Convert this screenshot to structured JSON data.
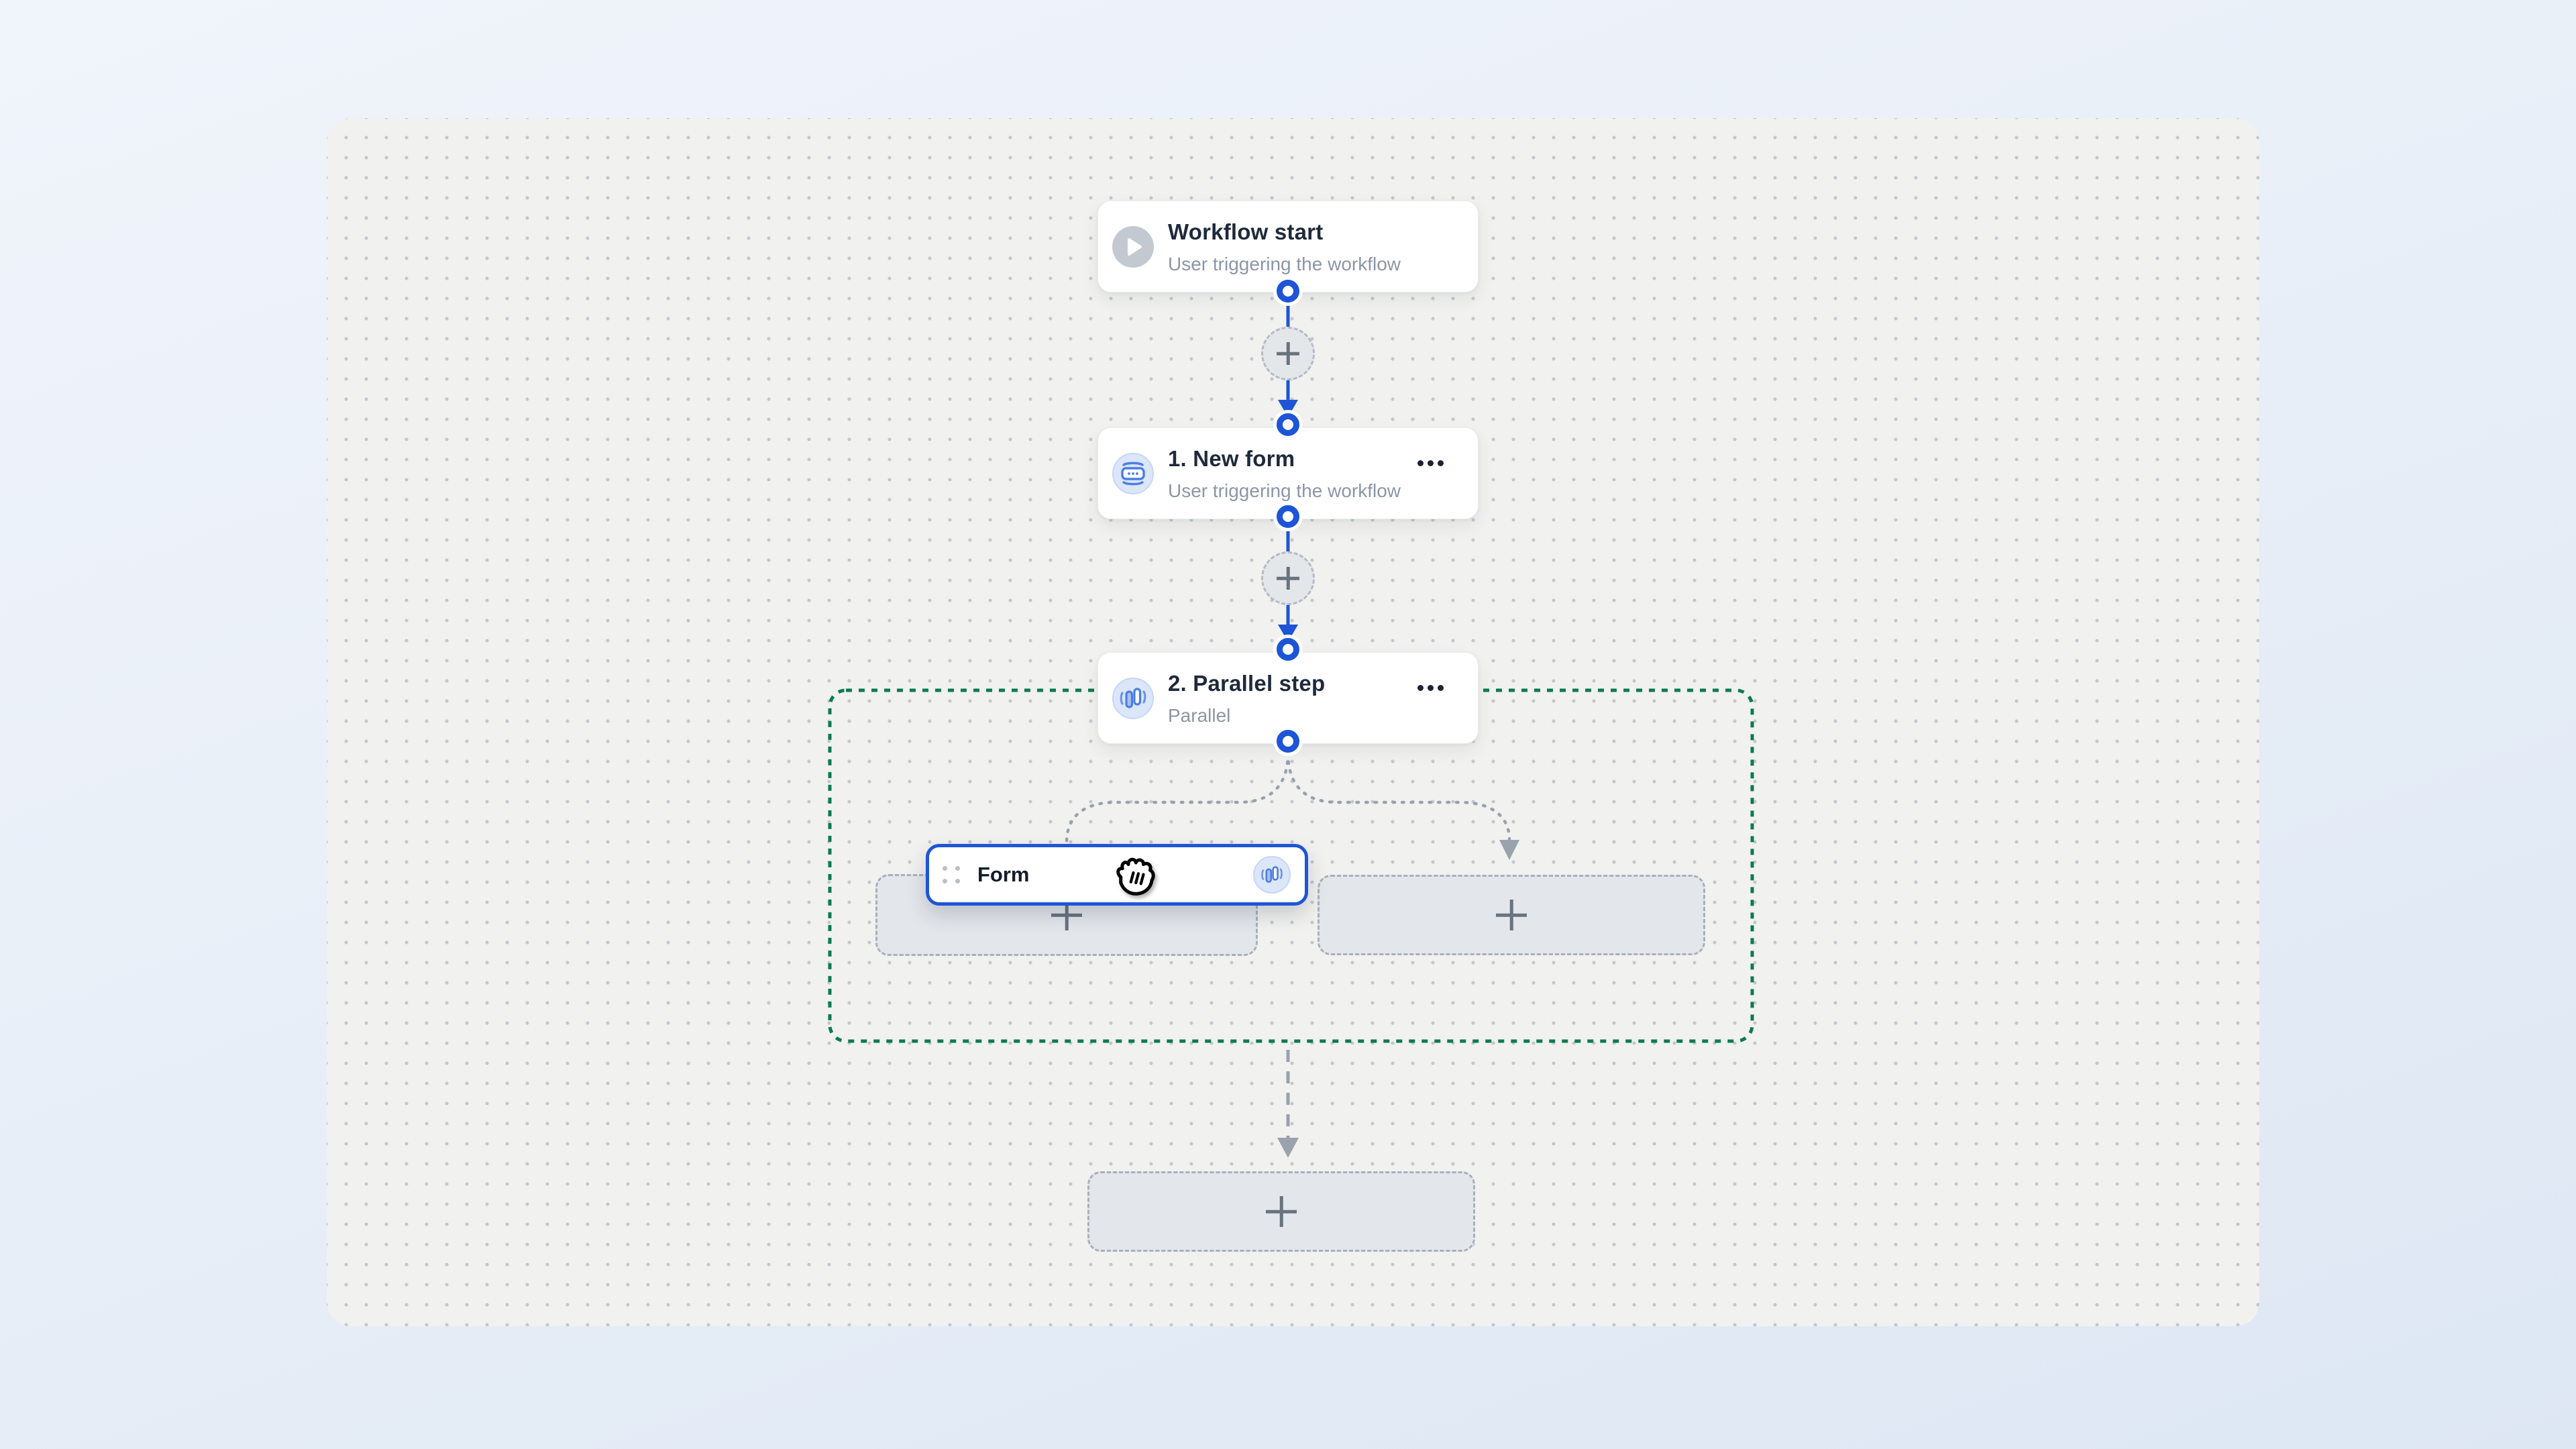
{
  "app": {
    "name": "workflow-builder-canvas"
  },
  "colors": {
    "accent_blue": "#1d55d6",
    "connector_gray": "#98a1ac",
    "group_outline_green": "#0a7b51",
    "card_title": "#1e2a3b",
    "card_subtitle": "#8c96a5",
    "canvas_bg": "#f1f1ef",
    "placeholder_fill": "#e3e6ea",
    "icon_circle_blue_bg": "#dbe6f9",
    "icon_glyph_blue": "#4c7ee2",
    "play_circle_gray": "#c3c9d1"
  },
  "nodes": [
    {
      "id": "workflow-start",
      "title": "Workflow start",
      "subtitle": "User triggering the workflow",
      "icon": "play-icon",
      "has_menu": false
    },
    {
      "id": "step-1",
      "title": "1. New form",
      "subtitle": "User triggering the workflow",
      "icon": "form-icon",
      "has_menu": true
    },
    {
      "id": "step-2",
      "title": "2. Parallel step",
      "subtitle": "Parallel",
      "icon": "parallel-icon",
      "has_menu": true
    }
  ],
  "drag_card": {
    "label": "Form",
    "icon": "parallel-icon",
    "handle": "drag-handle-dots"
  },
  "placeholders": {
    "left": {
      "icon": "plus-icon"
    },
    "right": {
      "icon": "plus-icon"
    },
    "bottom": {
      "icon": "plus-icon"
    }
  },
  "insert_buttons": {
    "count": 2,
    "icon": "plus-icon"
  },
  "parallel_group": {
    "outline": "green-dotted",
    "branches": 2
  },
  "cursor": {
    "type": "grabbing-hand"
  }
}
